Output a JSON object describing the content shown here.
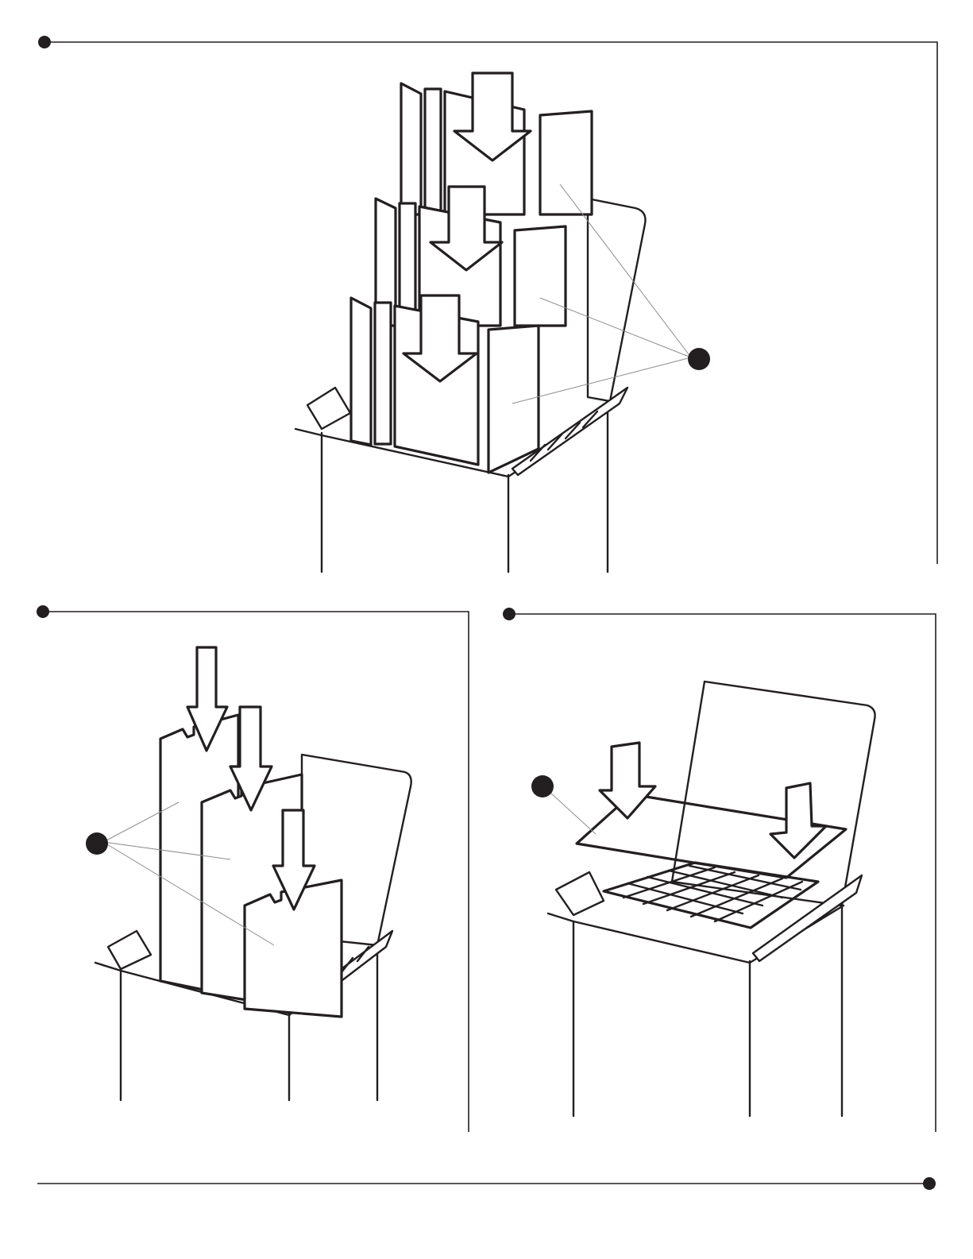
{
  "document": {
    "type": "assembly-instructions",
    "steps": [
      {
        "panel": "top",
        "description_visible": false
      },
      {
        "panel": "bottom-left",
        "description_visible": false
      },
      {
        "panel": "bottom-right",
        "description_visible": false
      }
    ],
    "colors": {
      "ink": "#231f20",
      "leader": "#8c8c8c",
      "paper": "#ffffff"
    }
  },
  "icons": {
    "arrow": "down-arrow-icon",
    "callout": "callout-dot-icon",
    "bullet": "step-bullet-icon"
  }
}
